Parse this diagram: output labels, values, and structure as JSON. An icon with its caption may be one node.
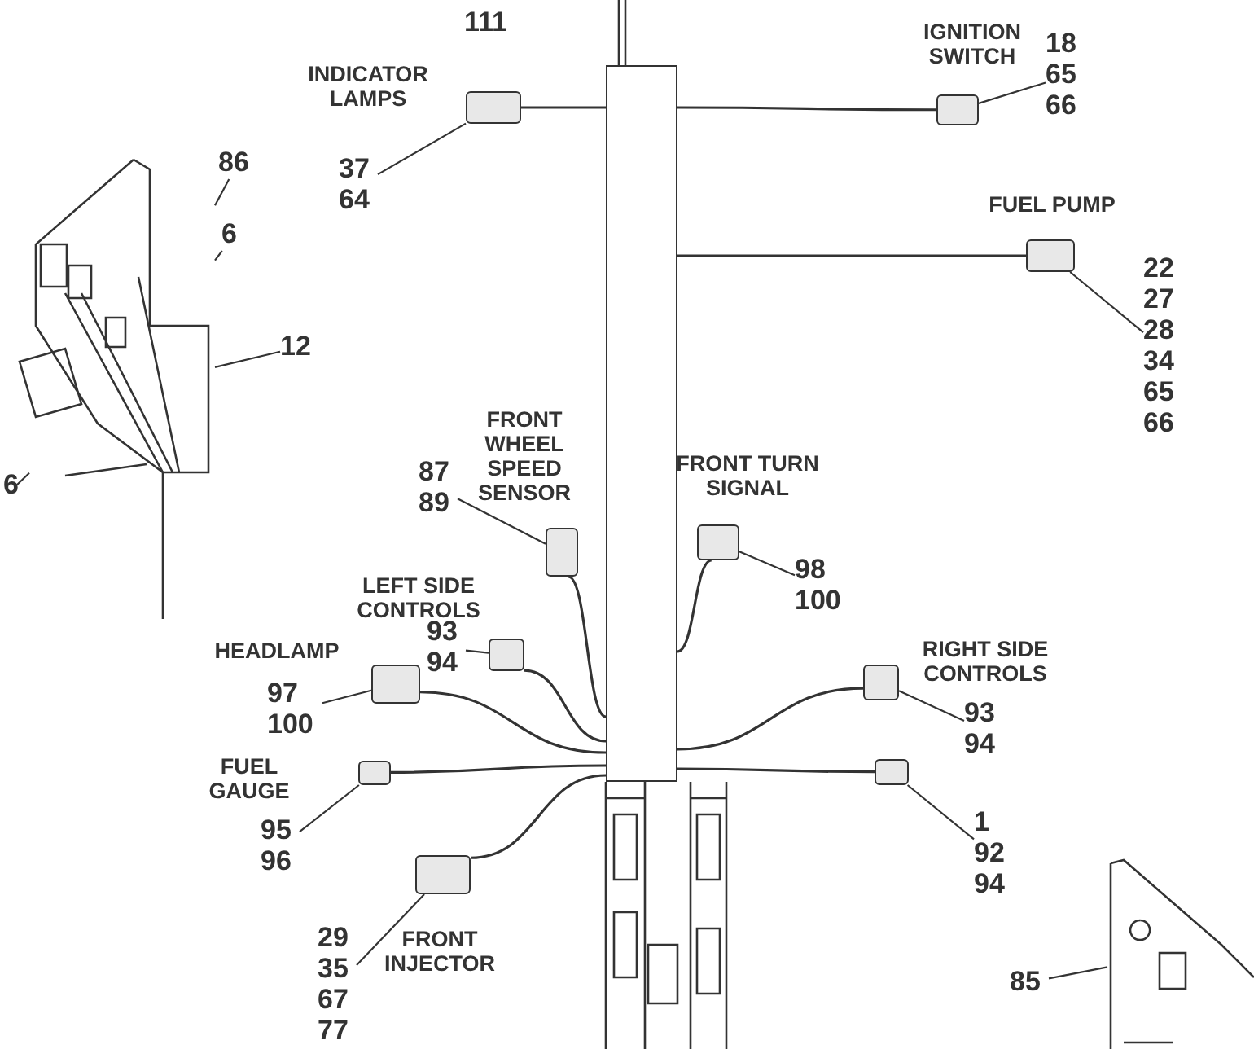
{
  "diagram": {
    "nodes": [
      {
        "text": [],
        "shape": "box",
        "beside": [
          "INDICATOR LAMPS"
        ]
      },
      {
        "text": [
          "37",
          "64"
        ]
      },
      {
        "text": [],
        "shape": "box",
        "beside": [
          "IGNITION SWITCH"
        ]
      },
      {
        "text": [
          "18",
          "65",
          "66"
        ]
      },
      {
        "text": [],
        "shape": "box",
        "beside": [
          "FUEL PUMP"
        ]
      },
      {
        "text": [
          "22",
          "27",
          "28",
          "34",
          "65",
          "66"
        ]
      },
      {
        "text": [
          "86"
        ]
      },
      {
        "text": [
          "6"
        ]
      },
      {
        "text": [
          "12"
        ]
      },
      {
        "text": [
          "6"
        ]
      },
      {
        "text": [],
        "shape": "box",
        "beside": [
          "FRONT WHEEL SPEED SENSOR"
        ]
      },
      {
        "text": [
          "87",
          "89"
        ]
      },
      {
        "text": [],
        "shape": "box"
      },
      {
        "text": [
          "98",
          "100"
        ]
      },
      {
        "text": [],
        "shape": "box"
      },
      {
        "text": [
          "93",
          "94"
        ]
      },
      {
        "text": [],
        "shape": "box",
        "beside": [
          "HEADLAMP"
        ]
      },
      {
        "text": [
          "97",
          "100"
        ]
      },
      {
        "text": [],
        "shape": "box"
      },
      {
        "text": [
          "95",
          "96"
        ]
      },
      {
        "text": [],
        "shape": "box",
        "beside": [
          "FRONT INJECTOR"
        ]
      },
      {
        "text": [
          "29",
          "35",
          "67",
          "77"
        ]
      },
      {
        "text": [],
        "shape": "box",
        "beside": [
          "RIGHT SIDE CONTROLS"
        ]
      },
      {
        "text": [
          "93",
          "94"
        ]
      },
      {
        "text": [],
        "shape": "box"
      },
      {
        "text": [
          "1",
          "92",
          "94"
        ]
      },
      {
        "text": [
          "85"
        ]
      },
      {
        "text": [],
        "shape": "bar"
      },
      {
        "text": [],
        "shape": "picture"
      },
      {
        "text": [],
        "shape": "picture"
      }
    ],
    "edges": [
      {
        "from": 1,
        "to": 0,
        "arrow": "none"
      },
      {
        "from": 3,
        "to": 2,
        "arrow": "none"
      },
      {
        "from": 5,
        "to": 4,
        "arrow": "none"
      },
      {
        "from": 6,
        "to": 28,
        "arrow": "none"
      },
      {
        "from": 7,
        "to": 28,
        "arrow": "none"
      },
      {
        "from": 8,
        "to": 28,
        "arrow": "none"
      },
      {
        "from": 9,
        "to": 28,
        "arrow": "none"
      },
      {
        "from": 11,
        "to": 10,
        "arrow": "none"
      },
      {
        "from": 13,
        "to": 12,
        "arrow": "none"
      },
      {
        "from": 15,
        "to": 14,
        "arrow": "none"
      },
      {
        "from": 17,
        "to": 16,
        "arrow": "none"
      },
      {
        "from": 19,
        "to": 18,
        "arrow": "none"
      },
      {
        "from": 21,
        "to": 20,
        "arrow": "none"
      },
      {
        "from": 23,
        "to": 22,
        "arrow": "none"
      },
      {
        "from": 25,
        "to": 24,
        "arrow": "none"
      },
      {
        "from": 26,
        "to": 29,
        "arrow": "none"
      },
      {
        "from": 0,
        "to": 27,
        "arrow": "none"
      },
      {
        "from": 2,
        "to": 27,
        "arrow": "none"
      },
      {
        "from": 4,
        "to": 27,
        "arrow": "none"
      },
      {
        "from": 10,
        "to": 27,
        "arrow": "none"
      },
      {
        "from": 12,
        "to": 27,
        "arrow": "none"
      },
      {
        "from": 14,
        "to": 27,
        "arrow": "none"
      },
      {
        "from": 16,
        "to": 27,
        "arrow": "none"
      },
      {
        "from": 18,
        "to": 27,
        "arrow": "none"
      },
      {
        "from": 20,
        "to": 27,
        "arrow": "none"
      },
      {
        "from": 22,
        "to": 27,
        "arrow": "none"
      },
      {
        "from": 24,
        "to": 27,
        "arrow": "none"
      }
    ],
    "labels": [
      "111",
      "FRONT TURN SIGNAL",
      "LEFT SIDE CONTROLS",
      "FUEL GAUGE"
    ]
  }
}
